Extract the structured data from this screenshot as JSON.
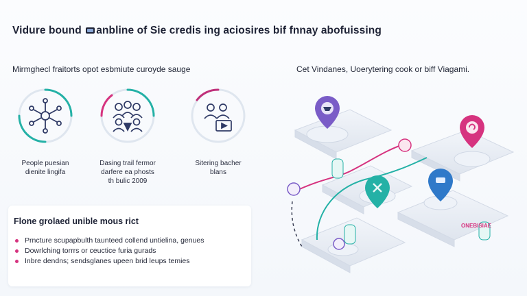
{
  "title": {
    "before": "Vidure bound ",
    "after": "anbline of Sie credis ing acio",
    "mid": "sires bif fnnay abofuissing"
  },
  "left_heading": "Mirmghecl fraitorts opot esbmiute curoyde sauge",
  "right_heading": "Cet Vindanes, Uoerytering cook or biff Viagami.",
  "features": [
    {
      "icon": "network-icon",
      "accent": "#24b1a6",
      "lines": [
        "People puesian",
        "dienite lingifa"
      ]
    },
    {
      "icon": "group-icon",
      "accent": "#d6337f",
      "lines": [
        "Dasing trail fermor",
        "darfere ea phosts",
        "th bulic 2009"
      ]
    },
    {
      "icon": "presenter-icon",
      "accent": "#c0307a",
      "lines": [
        "Sitering bacher",
        "blans"
      ]
    }
  ],
  "card": {
    "title": "Flone grolaed unible mous rict",
    "bullets": [
      "Prncture scupapbulth taunteed collend untielina, genues",
      "Dowrlching torrrs or ceuctice furia gurads",
      "Inbre dendns; sendsglanes upeen brid leups temies"
    ]
  },
  "map_label": "ONEBISIAE",
  "colors": {
    "teal": "#24b1a6",
    "magenta": "#d6337f",
    "purple": "#7a5cc7",
    "blue": "#2f79c9",
    "navy": "#1d2235"
  }
}
